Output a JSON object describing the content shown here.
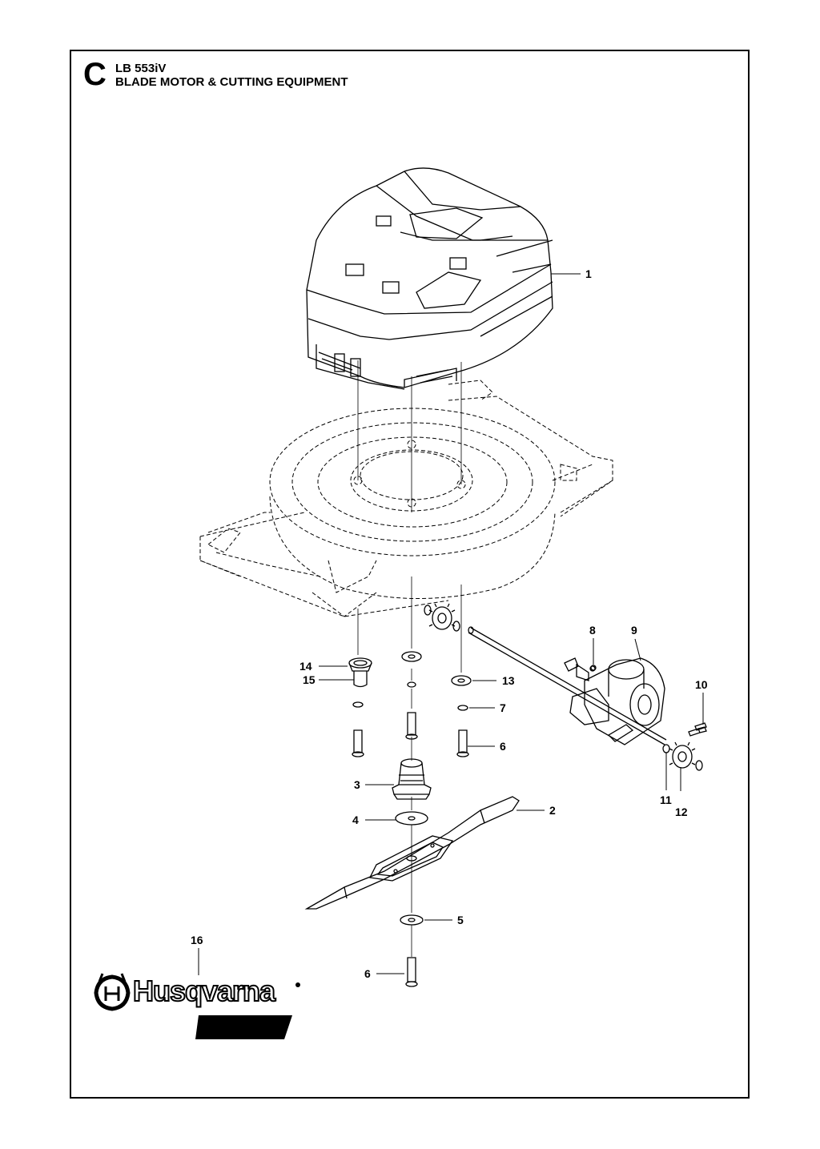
{
  "header": {
    "section_letter": "C",
    "model": "LB 553iV",
    "title": "BLADE MOTOR & CUTTING EQUIPMENT"
  },
  "callouts": {
    "c1": "1",
    "c2": "2",
    "c3": "3",
    "c4": "4",
    "c5": "5",
    "c6a": "6",
    "c6b": "6",
    "c7": "7",
    "c8": "8",
    "c9": "9",
    "c10": "10",
    "c11": "11",
    "c12": "12",
    "c13": "13",
    "c14": "14",
    "c15": "15",
    "c16": "16"
  },
  "logo": {
    "brand_text": "Husqvarna"
  },
  "colors": {
    "line": "#000000",
    "background": "#ffffff"
  }
}
